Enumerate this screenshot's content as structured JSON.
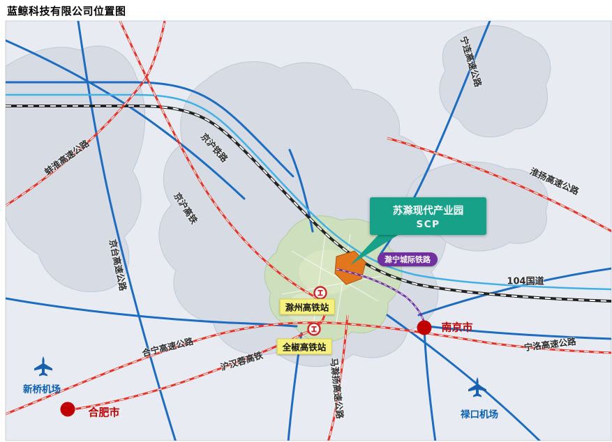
{
  "title": "蓝鲸科技有限公司位置图",
  "map": {
    "roads": {
      "ninglian": "宁连高速公路",
      "benghuai": "蚌淮高速公路",
      "jingtai": "京台高速公路",
      "huaiyang": "淮扬高速公路",
      "hening": "合宁高速公路",
      "ningluo": "宁洛高速公路",
      "machuyang": "马滁扬高速公路",
      "g104": "104国道"
    },
    "railways": {
      "jinghu_railway": "京沪铁路",
      "jinghu_hsr": "京沪高铁",
      "huhanrong_hsr": "沪汉蓉高铁",
      "chuning_intercity": "滁宁城际铁路"
    },
    "callout": {
      "name": "苏滁现代产业园",
      "abbr": "SCP"
    },
    "stations": {
      "chuzhou": "滁州高铁站",
      "quanjiao": "全椒高铁站"
    },
    "cities": {
      "nanjing": "南京市",
      "hefei": "合肥市"
    },
    "airports": {
      "xinqiao": "新桥机场",
      "lukou": "禄口机场"
    },
    "icons": {
      "airport": "airplane-icon",
      "station": "railway-station-icon",
      "city": "city-dot"
    },
    "colors": {
      "callout_bg": "#18a189",
      "intercity_rail_purple": "#7030a0",
      "station_label_yellow": "#f6f07e",
      "city_marker_red": "#c00000",
      "airport_blue": "#0b5fb0",
      "expressway_red": "#e63327",
      "road_blue": "#1e6cc0",
      "g104_cyan": "#41b0e4",
      "railway_black": "#222222",
      "land_gray": "#d6dbe4",
      "city_area_green": "#cddfbc",
      "scp_area_orange": "#e2761d"
    }
  }
}
